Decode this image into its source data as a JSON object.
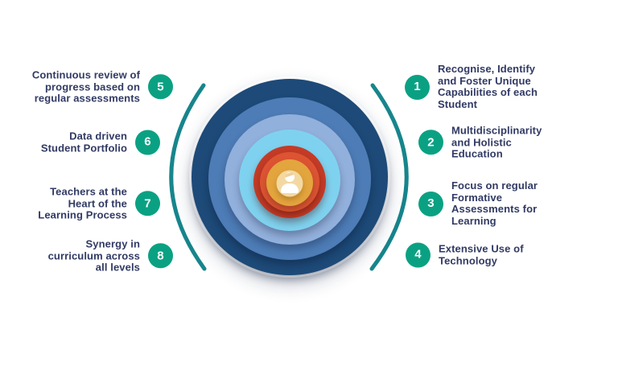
{
  "items": [
    {
      "number": "1",
      "side": "right",
      "text": "Recognise, Identify\nand Foster Unique\nCapabilities of each\nStudent"
    },
    {
      "number": "2",
      "side": "right",
      "text": "Multidisciplinarity\nand Holistic\nEducation"
    },
    {
      "number": "3",
      "side": "right",
      "text": "Focus on regular\nFormative\nAssessments for\nLearning"
    },
    {
      "number": "4",
      "side": "right",
      "text": "Extensive Use of\nTechnology"
    },
    {
      "number": "5",
      "side": "left",
      "text": "Continuous review of\nprogress based on\nregular assessments"
    },
    {
      "number": "6",
      "side": "left",
      "text": "Data driven\nStudent Portfolio"
    },
    {
      "number": "7",
      "side": "left",
      "text": "Teachers at the\nHeart of the\nLearning Process"
    },
    {
      "number": "8",
      "side": "left",
      "text": "Synergy in\ncurriculum across\nall levels"
    }
  ],
  "rings": [
    {
      "name": "outline-white",
      "color": "#ffffff"
    },
    {
      "name": "ring-navy",
      "color": "#1d4a78"
    },
    {
      "name": "ring-medium-blue",
      "color": "#4d7cb6"
    },
    {
      "name": "ring-periwinkle",
      "color": "#92b0dc"
    },
    {
      "name": "ring-sky-cyan",
      "color": "#7fd2ef"
    },
    {
      "name": "ring-dark-red",
      "color": "#c43b26"
    },
    {
      "name": "ring-orange-red",
      "color": "#dd5433"
    },
    {
      "name": "ring-gold",
      "color": "#e3a53e"
    },
    {
      "name": "center-cream",
      "color": "#f3d9a1"
    }
  ],
  "badge": {
    "color": "#0aa183",
    "text_color": "#ffffff"
  },
  "arcs": {
    "color": "#17858c"
  },
  "text_color": "#313a64",
  "icons": {
    "center": "person-icon"
  }
}
